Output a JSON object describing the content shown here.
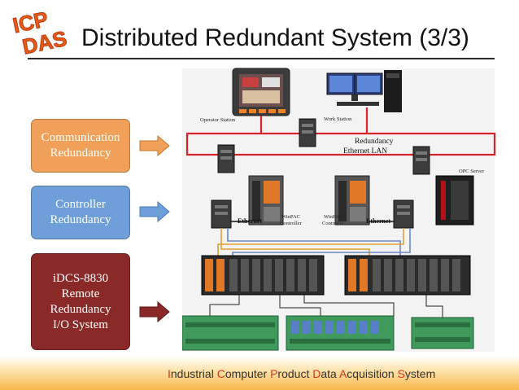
{
  "header": {
    "title": "Distributed Redundant System (3/3)",
    "logo": {
      "line1": "ICP",
      "line2": "DAS",
      "color": "#e85a1a"
    }
  },
  "side_labels": [
    {
      "text": "Communication\nRedundancy",
      "color": "#f0a058"
    },
    {
      "text": "Controller\nRedundancy",
      "color": "#6f9fd8"
    },
    {
      "text": "iDCS-8830\nRemote\nRedundancy\nI/O System",
      "color": "#8a2a28"
    }
  ],
  "diagram": {
    "operator_station": "Operator Station",
    "work_station": "Work Station",
    "lan_label_1": "Redundancy",
    "lan_label_2": "Ethernet LAN",
    "opc_server": "OPC Server",
    "winpac_left_1": "WinPAC",
    "winpac_left_2": "Controller",
    "winpac_right_1": "WinPAC",
    "winpac_right_2": "Controller",
    "ethernet_left": "Ethernet",
    "ethernet_right": "Ethernet",
    "lan_color": "#d8232a"
  },
  "footer": {
    "words": [
      {
        "initial": "I",
        "rest": "ndustrial "
      },
      {
        "initial": "C",
        "rest": "omputer "
      },
      {
        "initial": "P",
        "rest": "roduct "
      },
      {
        "initial": "D",
        "rest": "ata "
      },
      {
        "initial": "A",
        "rest": "cquisition "
      },
      {
        "initial": "S",
        "rest": "ystem"
      }
    ]
  }
}
